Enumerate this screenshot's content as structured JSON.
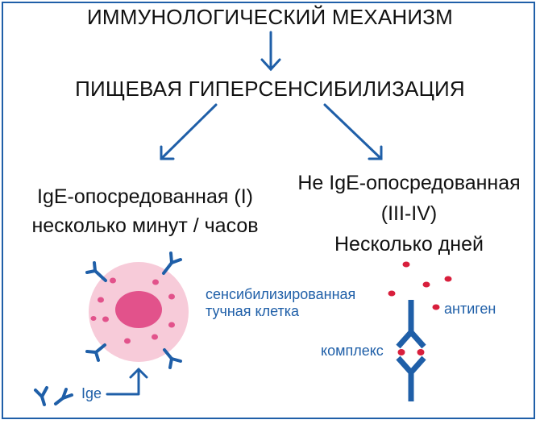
{
  "title": "ИММУНОЛОГИЧЕСКИЙ МЕХАНИЗМ",
  "subtitle": "ПИЩЕВАЯ ГИПЕРСЕНСИБИЛИЗАЦИЯ",
  "left_branch": {
    "line1": "IgE-опосредованная (I)",
    "line2": "несколько минут / часов"
  },
  "right_branch": {
    "line1": "Не IgE-опосредованная",
    "line2": "(III-IV)",
    "line3": "Несколько дней"
  },
  "labels": {
    "cell_line1": "сенсибилизированная",
    "cell_line2": "тучная клетка",
    "antigen": "антиген",
    "complex": "комплекс",
    "ige": "Ige"
  },
  "colors": {
    "arrow_blue": "#1f5fa8",
    "cell_outer": "#f7cbd9",
    "cell_nucleus": "#e2528b",
    "granule": "#e2528b",
    "antigen_red": "#d81f3c"
  }
}
